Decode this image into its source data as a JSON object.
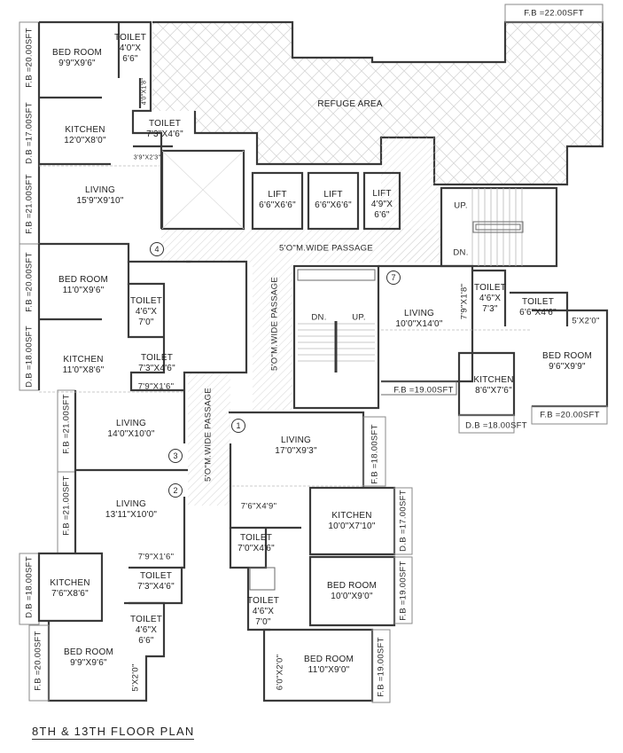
{
  "drawing": {
    "title": "8TH & 13TH FLOOR PLAN"
  },
  "colors": {
    "wall": "#3a3a3a",
    "hatch": "#c8c8c8",
    "background": "#ffffff"
  },
  "refuge": {
    "label": "REFUGE AREA",
    "fb": "F.B =22.00SFT"
  },
  "core": {
    "lifts": [
      {
        "name": "LIFT",
        "size": "6'6\"X6'6\""
      },
      {
        "name": "LIFT",
        "size": "6'6\"X6'6\""
      },
      {
        "name": "LIFT",
        "size_l1": "4'9\"X",
        "size_l2": "6'6\""
      }
    ],
    "passage_h": "5'O\"M.WIDE  PASSAGE",
    "passage_v1": "5'O\"M.WIDE  PASSAGE",
    "passage_v2": "5'O\"M.WIDE  PASSAGE",
    "stair1": {
      "up": "UP.",
      "dn": "DN."
    },
    "stair2": {
      "up": "UP.",
      "dn": "DN."
    }
  },
  "flat4": {
    "number": "4",
    "bedroom": {
      "name": "BED  ROOM",
      "size": "9'9\"X9'6\""
    },
    "toilet1": {
      "name": "TOILET",
      "l1": "4'0\"X",
      "l2": "6'6\""
    },
    "duct": "4'0\"X1'8\"",
    "toilet2": {
      "name": "TOILET",
      "size": "7'3\"X4'6\""
    },
    "kitchen": {
      "name": "KITCHEN",
      "size": "12'0\"X8'0\""
    },
    "passage": "3'9\"X2'3\"",
    "living": {
      "name": "LIVING",
      "size": "15'9\"X9'10\""
    },
    "fb1": "F.B  =20.00SFT",
    "db": "D.B  =17.00SFT",
    "fb2": "F.B  =21.00SFT"
  },
  "flat3": {
    "number": "3",
    "bedroom": {
      "name": "BED  ROOM",
      "size": "11'0\"X9'6\""
    },
    "toilet1": {
      "name": "TOILET",
      "l1": "4'6\"X",
      "l2": "7'0\""
    },
    "kitchen": {
      "name": "KITCHEN",
      "size": "11'0\"X8'6\""
    },
    "toilet2": {
      "name": "TOILET",
      "size": "7'3\"X4'6\""
    },
    "passage": "7'9\"X1'6\"",
    "living": {
      "name": "LIVING",
      "size": "14'0\"X10'0\""
    },
    "fb1": "F.B  =20.00SFT",
    "db": "D.B  =18.00SFT",
    "fb2": "F.B  =21.00SFT"
  },
  "flat2": {
    "number": "2",
    "living": {
      "name": "LIVING",
      "size": "13'11\"X10'0\""
    },
    "passage": "7'9\"X1'6\"",
    "kitchen": {
      "name": "KITCHEN",
      "size": "7'6\"X8'6\""
    },
    "toilet1": {
      "name": "TOILET",
      "size": "7'3\"X4'6\""
    },
    "toilet2": {
      "name": "TOILET",
      "l1": "4'6\"X",
      "l2": "6'6\""
    },
    "bedroom": {
      "name": "BED  ROOM",
      "size": "9'9\"X9'6\""
    },
    "closet": "5'X2'0\"",
    "fb1": "F.B  =21.00SFT",
    "db": "D.B  =18.00SFT",
    "fb2": "F.B  =20.00SFT"
  },
  "flat1": {
    "number": "1",
    "living": {
      "name": "LIVING",
      "size": "17'0\"X9'3\""
    },
    "dining": "7'6\"X4'9\"",
    "toilet1": {
      "name": "TOILET",
      "size": "7'0\"X4'6\""
    },
    "toilet2": {
      "name": "TOILET",
      "l1": "4'6\"X",
      "l2": "7'0\""
    },
    "kitchen": {
      "name": "KITCHEN",
      "size": "10'0\"X7'10\""
    },
    "bedroom1": {
      "name": "BED  ROOM",
      "size": "10'0\"X9'0\""
    },
    "bedroom2": {
      "name": "BED  ROOM",
      "size": "11'0\"X9'0\""
    },
    "closet": "6'0\"X2'0\"",
    "fb1": "F.B  =18.00SFT",
    "db": "D.B  =17.00SFT",
    "fb2": "F.B  =19.00SFT",
    "fb3": "F.B  =19.00SFT"
  },
  "flat7": {
    "number": "7",
    "living": {
      "name": "LIVING",
      "size": "10'0\"X14'0\""
    },
    "passage": "7'9\"X1'8\"",
    "toilet1": {
      "name": "TOILET",
      "l1": "4'6\"X",
      "l2": "7'3\""
    },
    "toilet2": {
      "name": "TOILET",
      "size": "6'6\"X4'6\""
    },
    "closet": "5'X2'0\"",
    "bedroom": {
      "name": "BED  ROOM",
      "size": "9'6\"X9'9\""
    },
    "kitchen": {
      "name": "KITCHEN",
      "size": "8'6\"X7'6\""
    },
    "fb1": "F.B  =19.00SFT",
    "db": "D.B  =18.00SFT",
    "fb2": "F.B  =20.00SFT"
  }
}
